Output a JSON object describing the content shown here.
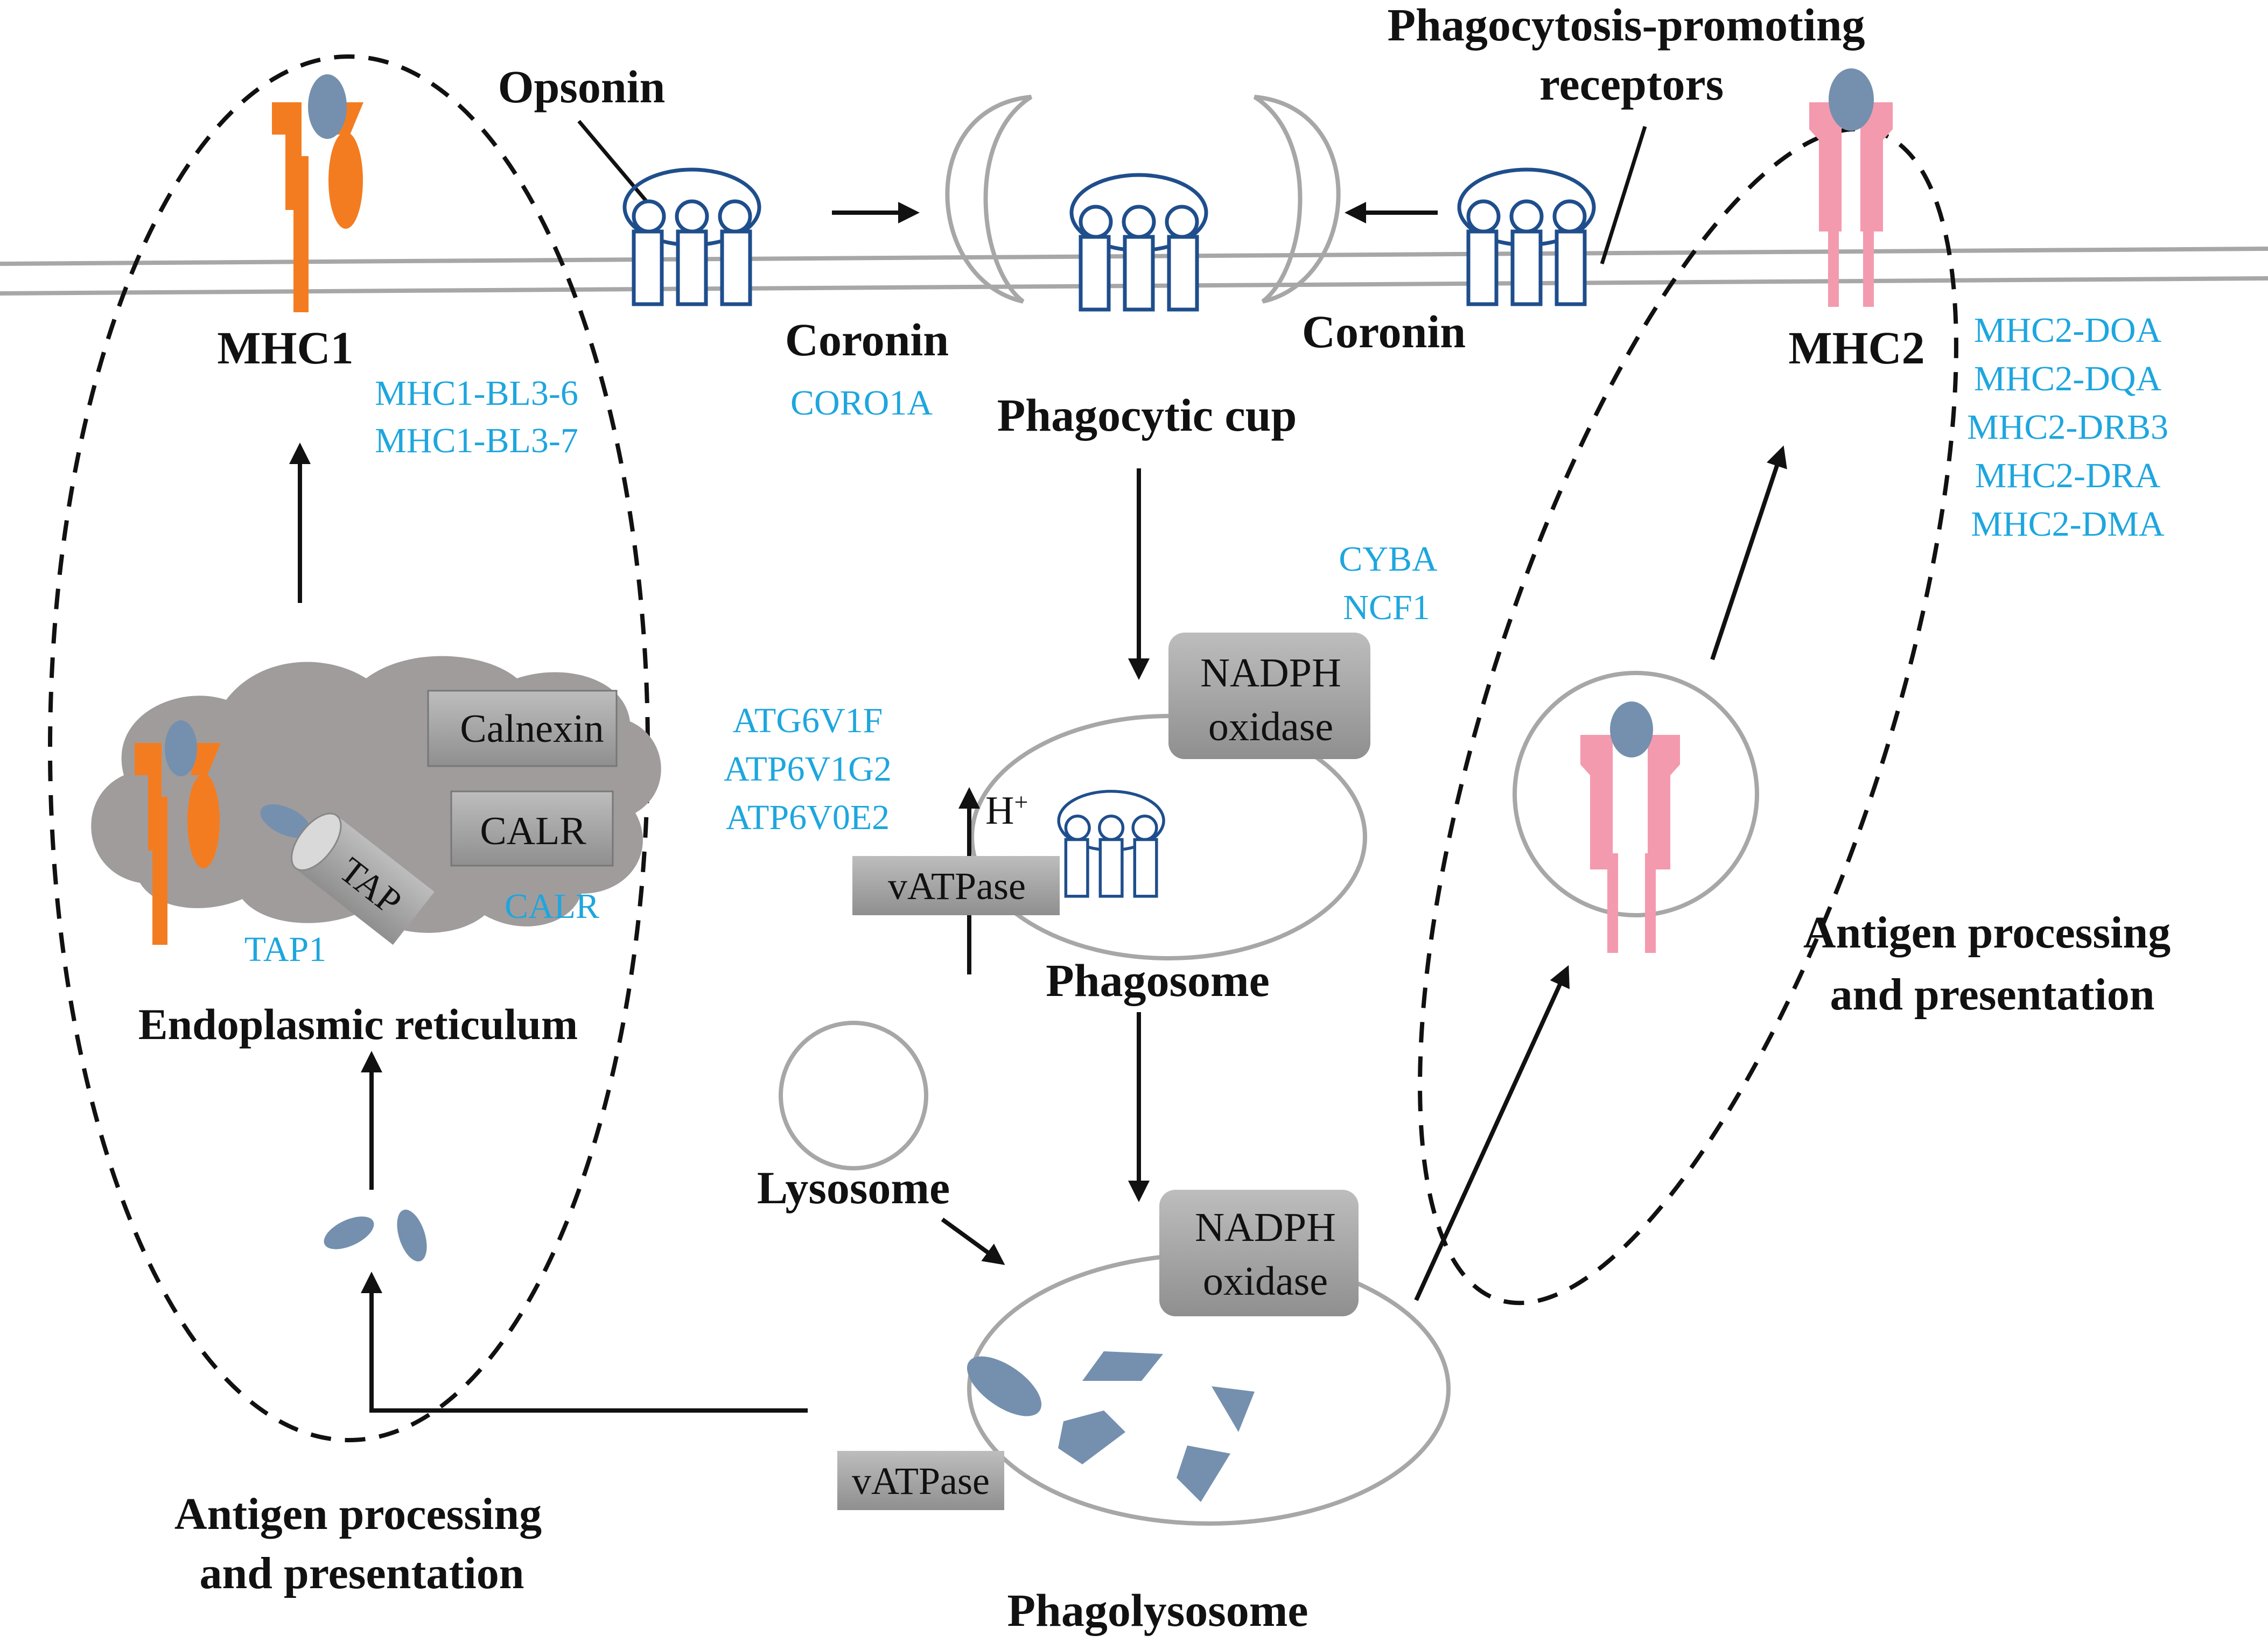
{
  "colors": {
    "membrane": "#a7a7a7",
    "receptor_blue": "#1f4e8c",
    "mhc1_orange": "#f47c20",
    "mhc2_pink": "#f49aae",
    "antigen": "#7490ae",
    "er_gray": "#a09c9c",
    "gene_text": "#1ea6de",
    "box_gray": "#a6a6a6"
  },
  "labels": {
    "opsonin": "Opsonin",
    "receptors_line1": "Phagocytosis-promoting",
    "receptors_line2": "receptors",
    "mhc1": "MHC1",
    "mhc2": "MHC2",
    "coronin_left": "Coronin",
    "coronin_right": "Coronin",
    "phagocytic_cup": "Phagocytic cup",
    "phagosome": "Phagosome",
    "lysosome": "Lysosome",
    "phagolysosome": "Phagolysosome",
    "er": "Endoplasmic reticulum",
    "antigen_left_line1": "Antigen processing",
    "antigen_left_line2": "and presentation",
    "antigen_right_line1": "Antigen processing",
    "antigen_right_line2": "and presentation",
    "h_plus": "H",
    "h_plus_sup": "+"
  },
  "boxes": {
    "calnexin": "Calnexin",
    "calr": "CALR",
    "tap": "TAP",
    "nadph_top_line1": "NADPH",
    "nadph_top_line2": "oxidase",
    "nadph_bottom_line1": "NADPH",
    "nadph_bottom_line2": "oxidase",
    "vatpase_top": "vATPase",
    "vatpase_bottom": "vATPase"
  },
  "genes": {
    "mhc1": [
      "MHC1-BL3-6",
      "MHC1-BL3-7"
    ],
    "coronin": [
      "CORO1A"
    ],
    "nadph": [
      "CYBA",
      "NCF1"
    ],
    "vatpase": [
      "ATG6V1F",
      "ATP6V1G2",
      "ATP6V0E2"
    ],
    "calr": [
      "CALR"
    ],
    "tap": [
      "TAP1"
    ],
    "mhc2": [
      "MHC2-DOA",
      "MHC2-DQA",
      "MHC2-DRB3",
      "MHC2-DRA",
      "MHC2-DMA"
    ]
  },
  "icons": {
    "mhc1_molecule": "mhc1-receptor-icon",
    "mhc2_molecule": "mhc2-receptor-icon",
    "receptor": "fc-receptor-icon",
    "antigen": "antigen-fragment-icon"
  }
}
